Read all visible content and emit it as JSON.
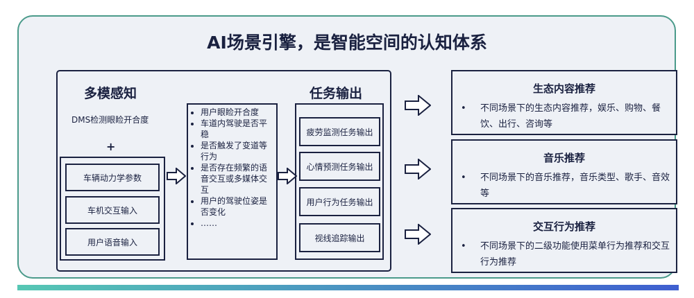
{
  "title": "AI场景引擎，是智能空间的认知体系",
  "perception": {
    "heading": "多模感知",
    "dms_text": "DMS检测眼睑开合度",
    "plus": "+",
    "inputs": [
      "车辆动力学参数",
      "车机交互输入",
      "用户语音输入"
    ]
  },
  "features": {
    "items": [
      "用户眼睑开合度",
      "车道内驾驶是否平稳",
      "是否触发了变道等行为",
      "是否存在频繁的语音交互或多媒体交互",
      "用户的驾驶位姿是否变化",
      "……"
    ]
  },
  "task_output": {
    "heading": "任务输出",
    "outputs": [
      "疲劳监测任务输出",
      "心情预测任务输出",
      "用户行为任务输出",
      "视线追踪输出"
    ]
  },
  "recommendations": [
    {
      "title": "生态内容推荐",
      "bullet": "•",
      "text": "不同场景下的生态内容推荐，娱乐、购物、餐饮、出行、咨询等"
    },
    {
      "title": "音乐推荐",
      "bullet": "•",
      "text": "不同场景下的音乐推荐，音乐类型、歌手、音效等"
    },
    {
      "title": "交互行为推荐",
      "bullet": "•",
      "text": "不同场景下的二级功能使用菜单行为推荐和交互行为推荐"
    }
  ],
  "colors": {
    "frame_border": "#4a9a8a",
    "dark_navy": "#1a2140",
    "background": "#eef1f6",
    "bar_start": "#56c7b4",
    "bar_end": "#3f5fd0"
  },
  "icons": [
    "arrow-right-icon"
  ]
}
